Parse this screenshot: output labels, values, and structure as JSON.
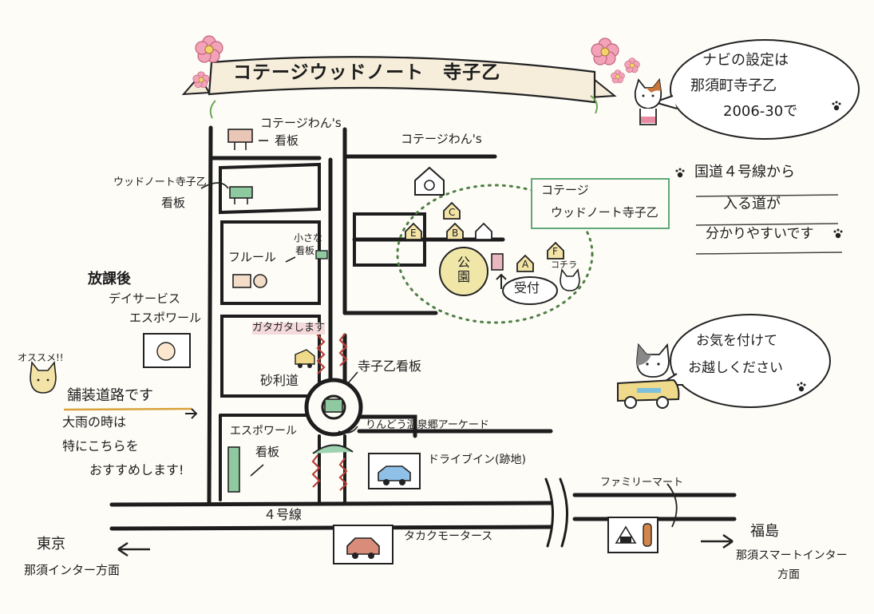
{
  "title": "コテージウッドノート　寺子乙",
  "nav": {
    "line1": "ナビの設定は",
    "line2": "那須町寺子乙",
    "line3": "2006-30で"
  },
  "tip": {
    "line1": "国道４号線から",
    "line2": "入る道が",
    "line3": "分かりやすいです"
  },
  "careful": {
    "line1": "お気を付けて",
    "line2": "お越しください"
  },
  "labels": {
    "wans_sign_1": "コテージわん's",
    "wans_sign_2": "看板",
    "wans_road": "コテージわん's",
    "wood_sign_1": "ウッドノート寺子乙",
    "wood_sign_2": "看板",
    "fullu": "フルール",
    "small_sign_1": "小さな",
    "small_sign_2": "看板",
    "afterschool_1": "放課後",
    "afterschool_2": "デイサービス",
    "afterschool_3": "エスポワール",
    "recommend": "オススメ!!",
    "paved": "舗装道路です",
    "rain_1": "大雨の時は",
    "rain_2": "特にこちらを",
    "rain_3": "おすすめします!",
    "bumpy": "ガタガタします",
    "gravel": "砂利道",
    "terako_sign": "寺子乙看板",
    "arcade": "りんどう温泉郷アーケード",
    "espo_sign_1": "エスポワール",
    "espo_sign_2": "看板",
    "drivein": "ドライブイン(跡地)",
    "route4": "４号線",
    "takaku": "タカクモータース",
    "familymart": "ファミリーマート",
    "cottage_1": "コテージ",
    "cottage_2": "ウッドノート寺子乙",
    "park": "公園",
    "reception": "受付",
    "kochira": "コチラ",
    "tokyo_1": "東京",
    "tokyo_2": "那須インター方面",
    "fukushima_1": "福島",
    "fukushima_2": "那須スマートインター",
    "fukushima_3": "方面"
  },
  "houses": [
    "E",
    "C",
    "B",
    "A",
    "F"
  ],
  "icons": [
    "flower-icon",
    "cat-icon",
    "paw-icon",
    "house-icon",
    "car-icon",
    "onigiri-icon",
    "sign-icon"
  ],
  "colors": {
    "road": "#1d1d1d",
    "sign_green": "#8fc9a0",
    "cottage_border": "#5fa877",
    "dotted_area": "#6a9a5a",
    "park_fill": "#efe6a8",
    "squiggle": "#b8413a",
    "paved_underline": "#d8a23a",
    "flower_pink": "#e98aa3"
  }
}
